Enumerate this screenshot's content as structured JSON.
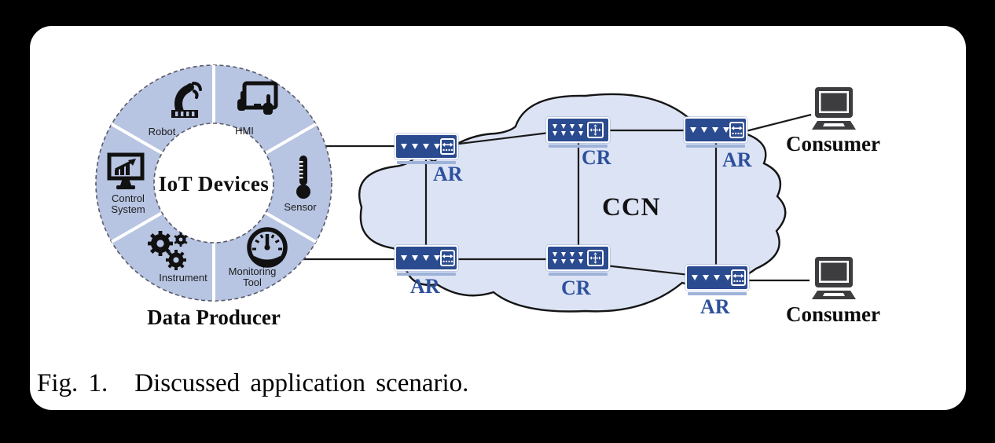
{
  "figure": {
    "caption_label": "Fig. 1.",
    "caption_text": "Discussed application scenario."
  },
  "producer": {
    "title": "IoT Devices",
    "group_label": "Data Producer",
    "segments": [
      {
        "label": "Robot",
        "icon": "robot-arm-icon"
      },
      {
        "label": "HMI",
        "icon": "hmi-hands-tablet-icon"
      },
      {
        "label": "Sensor",
        "icon": "thermometer-icon"
      },
      {
        "label": "Monitoring Tool",
        "icon": "gauge-icon"
      },
      {
        "label": "Instrument",
        "icon": "gears-icon"
      },
      {
        "label": "Control System",
        "icon": "monitor-chart-icon"
      }
    ]
  },
  "network": {
    "cloud_label": "CCN",
    "routers": [
      {
        "id": "ar-top-left",
        "label": "AR",
        "type": "access-router"
      },
      {
        "id": "cr-top",
        "label": "CR",
        "type": "core-router"
      },
      {
        "id": "ar-top-right",
        "label": "AR",
        "type": "access-router"
      },
      {
        "id": "ar-bottom-left",
        "label": "AR",
        "type": "access-router"
      },
      {
        "id": "cr-bottom",
        "label": "CR",
        "type": "core-router"
      },
      {
        "id": "ar-bottom-right",
        "label": "AR",
        "type": "access-router"
      }
    ]
  },
  "consumers": [
    {
      "label": "Consumer"
    },
    {
      "label": "Consumer"
    }
  ],
  "colors": {
    "wheel_fill": "#b7c4e2",
    "cloud_fill": "#dce3f4",
    "router_blue": "#2b4b90",
    "router_label_blue": "#2d509c",
    "device_gray": "#3d3d3f",
    "background": "#000000",
    "panel": "#ffffff"
  }
}
